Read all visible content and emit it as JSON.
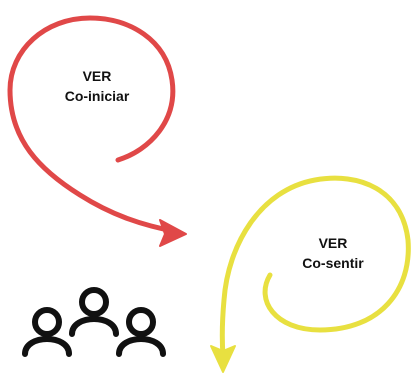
{
  "stages": [
    {
      "title": "VER",
      "subtitle": "Co-iniciar",
      "color": "#e04848"
    },
    {
      "title": "VER",
      "subtitle": "Co-sentir",
      "color": "#e8e040"
    }
  ],
  "people_icon": {
    "name": "people-group-icon",
    "color": "#111111"
  }
}
